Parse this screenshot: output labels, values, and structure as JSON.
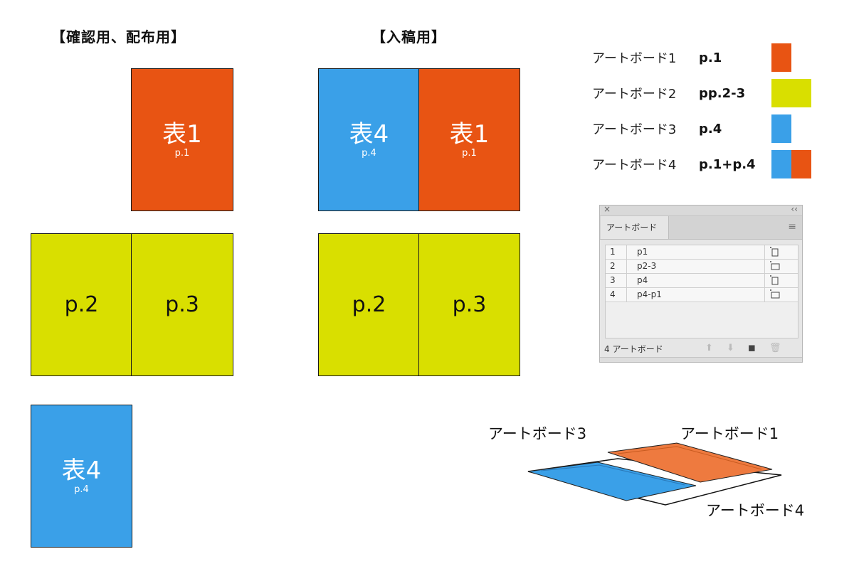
{
  "headings": {
    "confirm": "【確認用、配布用】",
    "submit": "【入稿用】"
  },
  "colors": {
    "orange": "#e85413",
    "yellow": "#d9df00",
    "blue": "#3aa0e8"
  },
  "left_layout": {
    "cover1": {
      "title": "表1",
      "page": "p.1"
    },
    "spread": {
      "left": "p.2",
      "right": "p.3"
    },
    "cover4": {
      "title": "表4",
      "page": "p.4"
    }
  },
  "middle_layout": {
    "cover4": {
      "title": "表4",
      "page": "p.4"
    },
    "cover1": {
      "title": "表1",
      "page": "p.1"
    },
    "spread": {
      "left": "p.2",
      "right": "p.3"
    }
  },
  "legend": [
    {
      "label": "アートボード1",
      "value": "p.1"
    },
    {
      "label": "アートボード2",
      "value": "pp.2-3"
    },
    {
      "label": "アートボード3",
      "value": "p.4"
    },
    {
      "label": "アートボード4",
      "value": "p.1+p.4"
    }
  ],
  "panel": {
    "close_glyph": "×",
    "collapse_glyph": "‹‹",
    "tab": "アートボード",
    "menu_glyph": "≡",
    "rows": [
      {
        "num": "1",
        "name": "p1"
      },
      {
        "num": "2",
        "name": "p2-3"
      },
      {
        "num": "3",
        "name": "p4"
      },
      {
        "num": "4",
        "name": "p4-p1"
      }
    ],
    "footer": "4 アートボード",
    "footer_icons": [
      "arrow-up-icon",
      "arrow-down-icon",
      "new-artboard-icon",
      "trash-icon"
    ]
  },
  "diagram": {
    "label3": "アートボード3",
    "label1": "アートボード1",
    "label4": "アートボード4"
  }
}
